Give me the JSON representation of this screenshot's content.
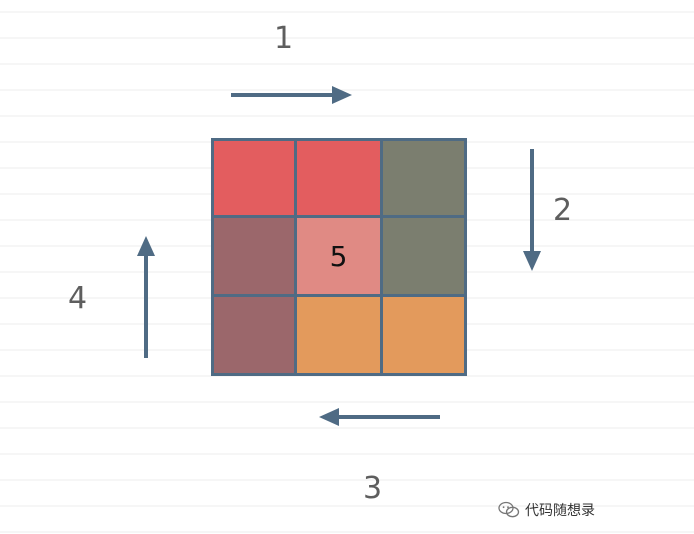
{
  "labels": {
    "top": "1",
    "right": "2",
    "bottom": "3",
    "left": "4"
  },
  "matrix": {
    "rows": 3,
    "cols": 3,
    "cells": [
      {
        "color": "#e35d5f",
        "text": ""
      },
      {
        "color": "#e35d5f",
        "text": ""
      },
      {
        "color": "#7b7e6f",
        "text": ""
      },
      {
        "color": "#9b676b",
        "text": ""
      },
      {
        "color": "#e08a84",
        "text": "5"
      },
      {
        "color": "#7b7e6f",
        "text": ""
      },
      {
        "color": "#9b676b",
        "text": ""
      },
      {
        "color": "#e39a5c",
        "text": ""
      },
      {
        "color": "#e39a5c",
        "text": ""
      }
    ],
    "border_color": "#4f6b84"
  },
  "arrows": {
    "color": "#4f6b84",
    "items": [
      {
        "name": "arrow-right",
        "direction": "right"
      },
      {
        "name": "arrow-down",
        "direction": "down"
      },
      {
        "name": "arrow-left",
        "direction": "left"
      },
      {
        "name": "arrow-up",
        "direction": "up"
      }
    ]
  },
  "watermark": {
    "text": "代码随想录",
    "icon": "wechat-icon"
  }
}
